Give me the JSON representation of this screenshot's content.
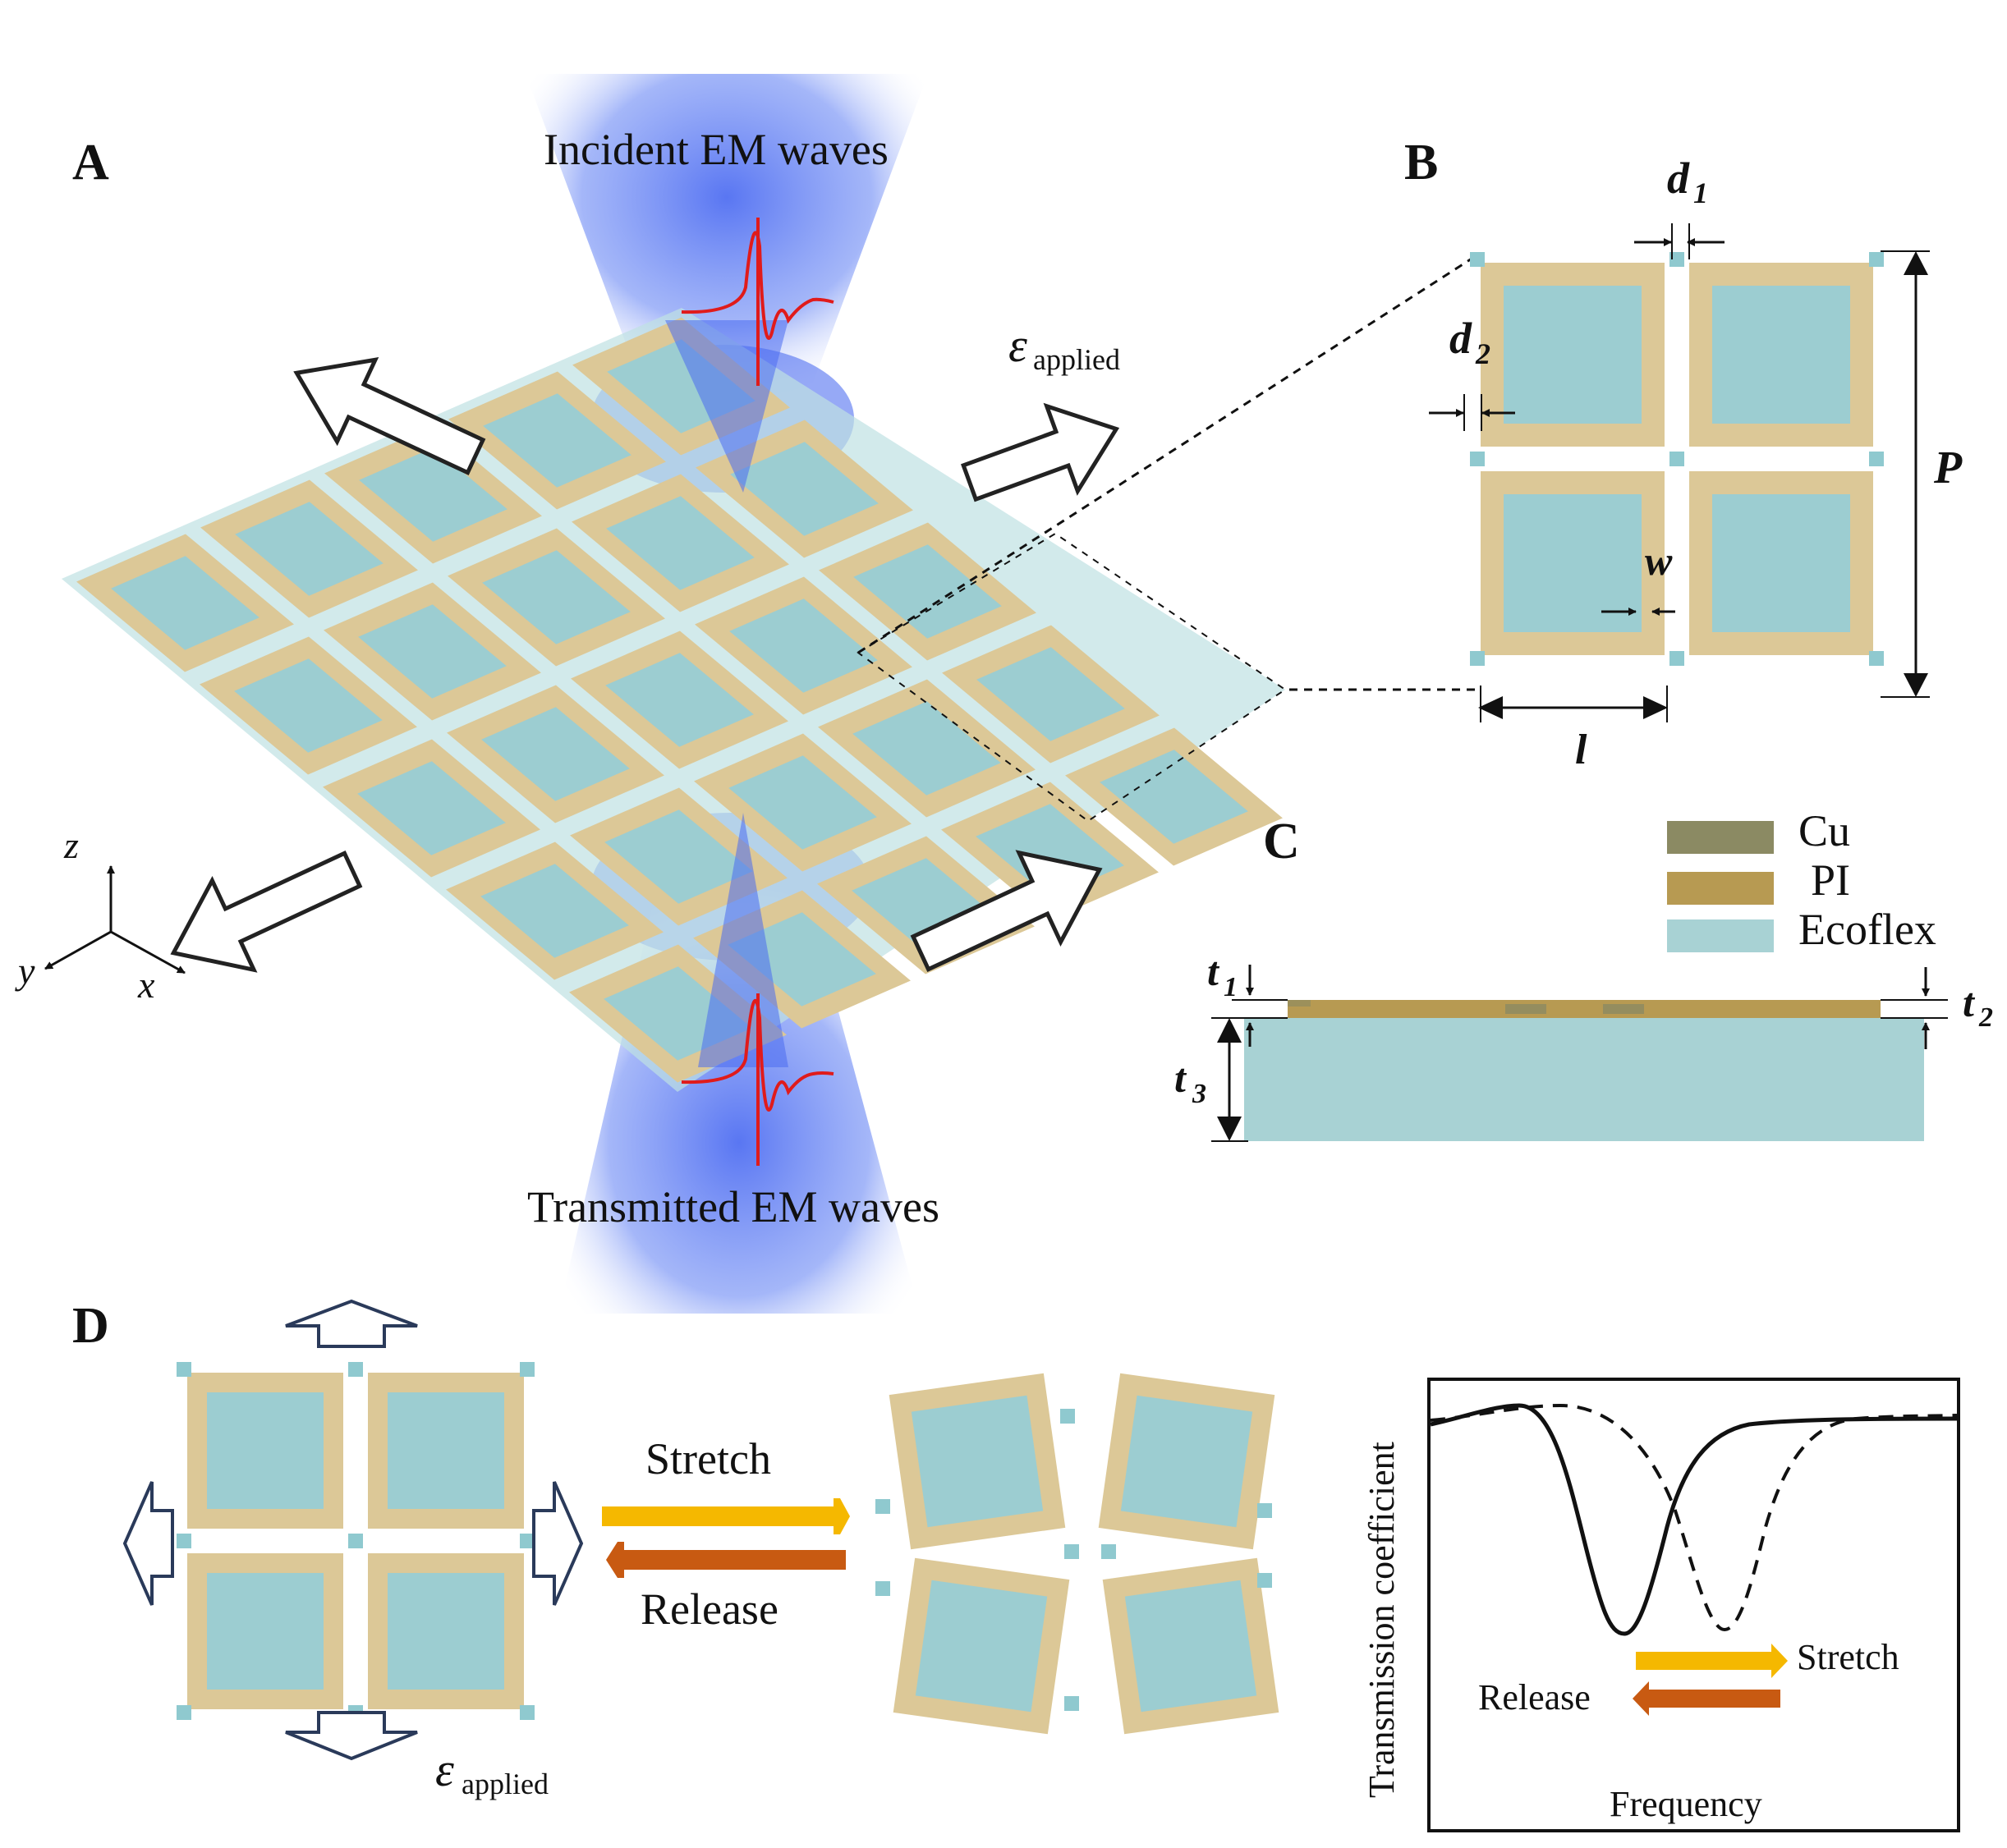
{
  "panel_labels": {
    "a": "A",
    "b": "B",
    "c": "C",
    "d": "D"
  },
  "panel_a": {
    "incident": "Incident EM  waves",
    "transmitted": "Transmitted EM  waves",
    "strain_symbol": "ε",
    "strain_sub": "applied",
    "axis_x": "x",
    "axis_y": "y",
    "axis_z": "z"
  },
  "panel_b": {
    "d1": "d",
    "d1_sub": "1",
    "d2": "d",
    "d2_sub": "2",
    "P": "P",
    "w": "w",
    "l": "l"
  },
  "panel_c": {
    "legend": [
      {
        "label": "Cu",
        "color": "#8b8a63"
      },
      {
        "label": "PI",
        "color": "#b79a52"
      },
      {
        "label": "Ecoflex",
        "color": "#a8d2d4"
      }
    ],
    "t1": "t",
    "t1_sub": "1",
    "t2": "t",
    "t2_sub": "2",
    "t3": "t",
    "t3_sub": "3"
  },
  "panel_d": {
    "stretch": "Stretch",
    "release": "Release",
    "strain_symbol": "ε",
    "strain_sub": "applied",
    "graph": {
      "ylabel": "Transmission coefficient",
      "xlabel": "Frequency",
      "stretch": "Stretch",
      "release": "Release"
    }
  },
  "colors": {
    "frame": "#dcc897",
    "fill": "#9ccdd1",
    "beam": "#5b7cf0",
    "pulse": "#e01b1b",
    "stretch_arrow": "#f5b800",
    "release_arrow": "#c85a12"
  }
}
